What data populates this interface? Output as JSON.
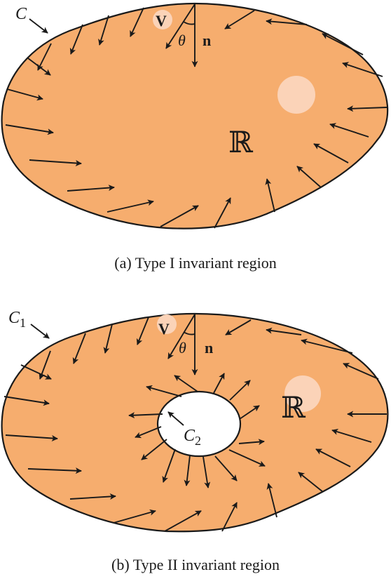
{
  "panel_a": {
    "curve_label": "C",
    "vector_label": "V",
    "angle_label": "θ",
    "normal_label": "n",
    "region_label": "ℝ",
    "caption": "(a) Type I invariant region",
    "fill_color": "#f6ad6e"
  },
  "panel_b": {
    "outer_curve_label": "C",
    "outer_curve_subscript": "1",
    "inner_curve_label": "C",
    "inner_curve_subscript": "2",
    "vector_label": "V",
    "angle_label": "θ",
    "normal_label": "n",
    "region_label": "ℝ",
    "caption": "(b) Type II invariant region",
    "fill_color": "#f6ad6e"
  }
}
